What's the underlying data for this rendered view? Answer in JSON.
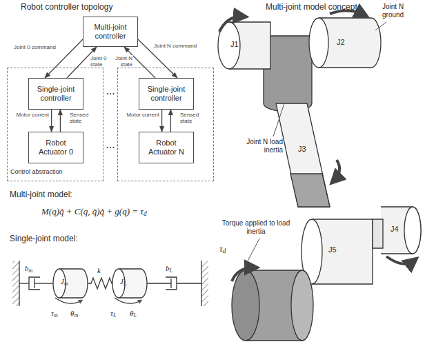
{
  "diagram": {
    "nodes": [
      {
        "text": [
          "Multi-joint controller"
        ]
      },
      {
        "text": [
          "Control abstraction"
        ]
      },
      {
        "text": [
          "Single-joint controller"
        ],
        "in": 1
      },
      {
        "text": [
          "Robot Actuator 0"
        ],
        "in": 1
      },
      {},
      {
        "text": [
          "Single-joint controller"
        ],
        "in": 4
      },
      {
        "text": [
          "Robot Actuator N"
        ],
        "in": 4
      }
    ],
    "edges": [
      {
        "from": 0,
        "to": 2,
        "label": "Joint 0 command",
        "arrow": "to"
      },
      {
        "from": 2,
        "to": 0,
        "label": "Joint 0 state",
        "arrow": "to"
      },
      {
        "from": 5,
        "to": 0,
        "label": "Joint N state",
        "arrow": "to"
      },
      {
        "from": 0,
        "to": 5,
        "label": "Joint N command",
        "arrow": "to"
      },
      {
        "from": 2,
        "to": 3,
        "label": "Motor current",
        "arrow": "to"
      },
      {
        "from": 3,
        "to": 2,
        "label": "Sensed state",
        "arrow": "to"
      },
      {
        "from": 5,
        "to": 6,
        "label": "Motor current",
        "arrow": "to"
      },
      {
        "from": 6,
        "to": 5,
        "label": "Sensed state",
        "arrow": "to"
      }
    ],
    "labels": [
      "Robot controller topology",
      "Multi-joint model concept",
      "• • •",
      "• • •",
      "Multi-joint model:",
      "M(q)q̈ + C(q, q̇)q̇ + g(q) = τd",
      "Single-joint model:",
      "bm",
      "Jm",
      "k",
      "JL",
      "bL",
      "τm",
      "θm",
      "τL",
      "θL",
      "Joint N ground",
      "J1",
      "J2",
      "Joint N load inertia",
      "J3",
      "Torque applied to load inertia",
      "τd",
      "J4",
      "J5"
    ]
  }
}
